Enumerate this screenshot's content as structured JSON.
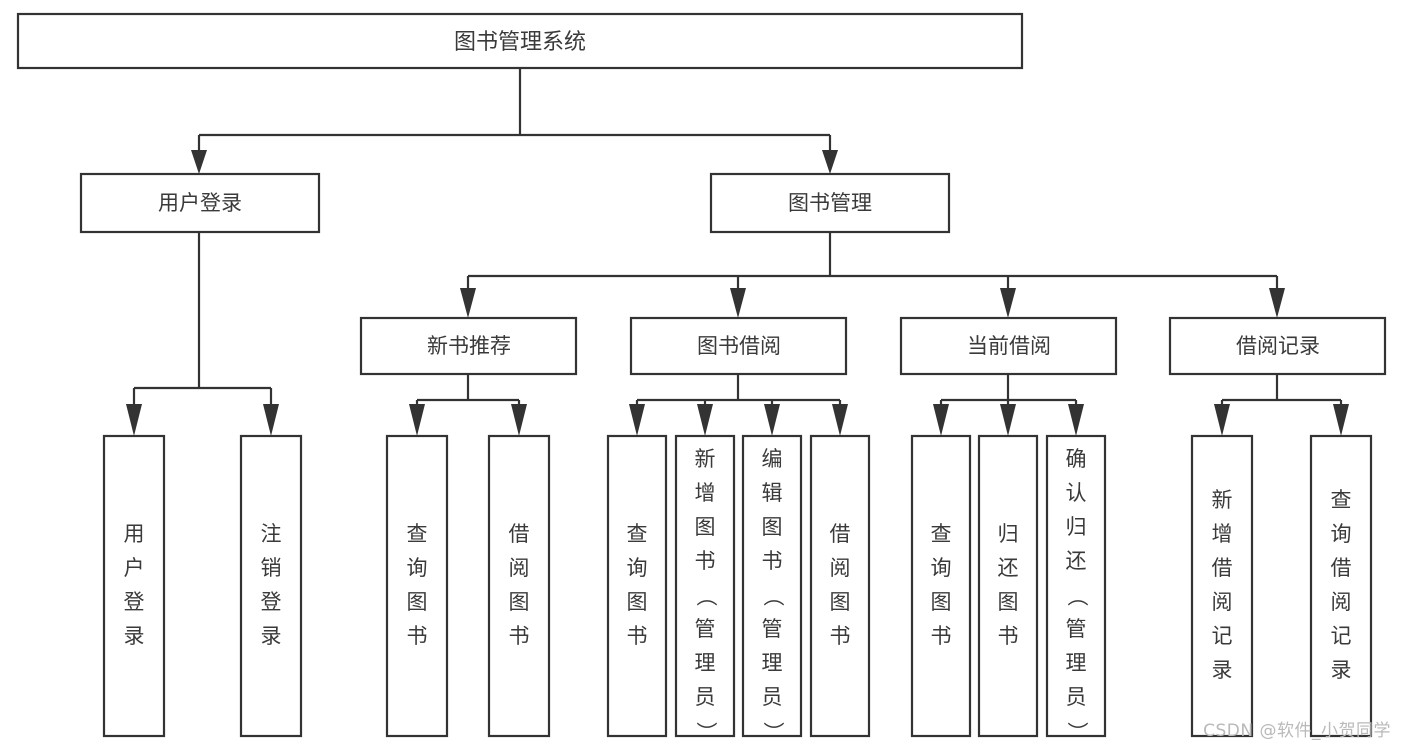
{
  "diagram": {
    "title": "图书管理系统",
    "type": "tree-diagram",
    "watermark": "CSDN @软件_小贺同学",
    "colors": {
      "box_stroke": "#333333",
      "box_fill": "#ffffff",
      "text": "#3a3a3a",
      "background": "#ffffff",
      "watermark": "#b9b9b9"
    },
    "root": {
      "label": "图书管理系统"
    },
    "level2": [
      {
        "id": "user-login",
        "label": "用户登录"
      },
      {
        "id": "book-manage",
        "label": "图书管理"
      }
    ],
    "level3": [
      {
        "id": "new-book-recommend",
        "label": "新书推荐",
        "parent": "book-manage"
      },
      {
        "id": "book-borrow",
        "label": "图书借阅",
        "parent": "book-manage"
      },
      {
        "id": "current-borrow",
        "label": "当前借阅",
        "parent": "book-manage"
      },
      {
        "id": "borrow-record",
        "label": "借阅记录",
        "parent": "book-manage"
      }
    ],
    "leaves": {
      "user-login": [
        {
          "id": "leaf-user-login",
          "label": "用户登录"
        },
        {
          "id": "leaf-user-logout",
          "label": "注销登录"
        }
      ],
      "new-book-recommend": [
        {
          "id": "leaf-query-book-1",
          "label": "查询图书"
        },
        {
          "id": "leaf-borrow-book-1",
          "label": "借阅图书"
        }
      ],
      "book-borrow": [
        {
          "id": "leaf-query-book-2",
          "label": "查询图书"
        },
        {
          "id": "leaf-add-book",
          "label": "新增图书（管理员）"
        },
        {
          "id": "leaf-edit-book",
          "label": "编辑图书（管理员）"
        },
        {
          "id": "leaf-borrow-book-2",
          "label": "借阅图书"
        }
      ],
      "current-borrow": [
        {
          "id": "leaf-query-book-3",
          "label": "查询图书"
        },
        {
          "id": "leaf-return-book",
          "label": "归还图书"
        },
        {
          "id": "leaf-confirm-return",
          "label": "确认归还（管理员）"
        }
      ],
      "borrow-record": [
        {
          "id": "leaf-add-record",
          "label": "新增借阅记录"
        },
        {
          "id": "leaf-query-record",
          "label": "查询借阅记录"
        }
      ]
    }
  }
}
